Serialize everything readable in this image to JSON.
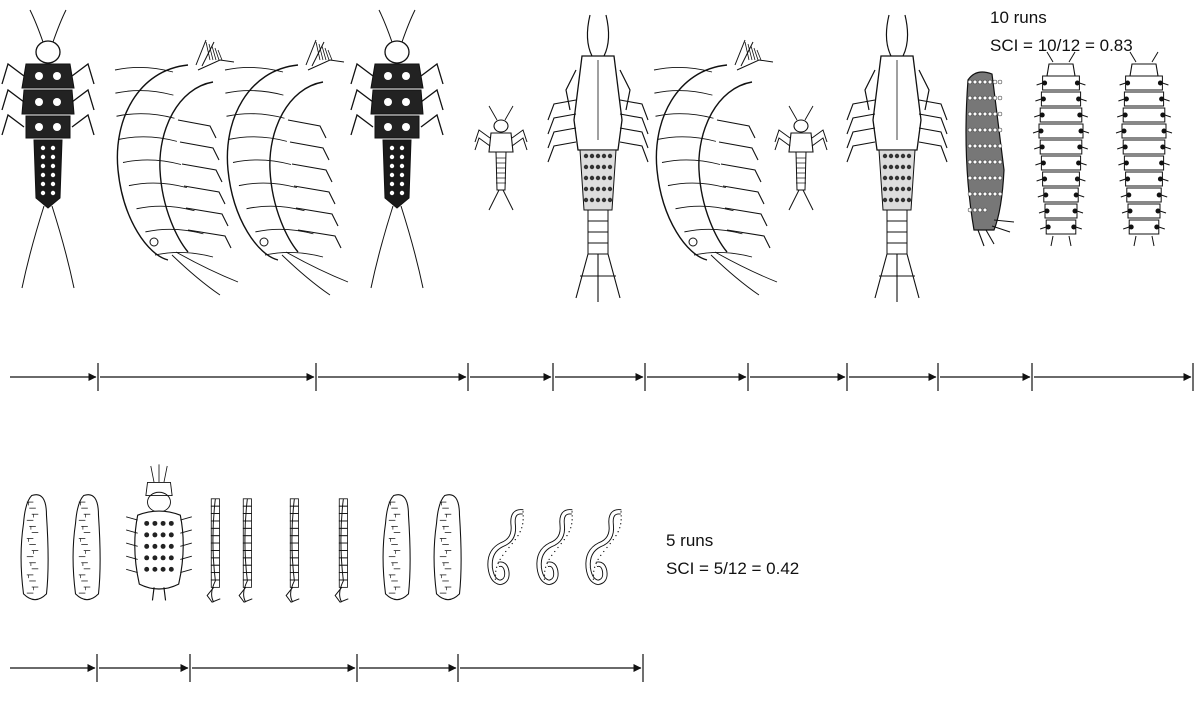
{
  "sequences": [
    {
      "runs_label": "10 runs",
      "sci_label": "SCI = 10/12 = 0.83",
      "organisms": [
        {
          "type": "stonefly-nymph"
        },
        {
          "type": "amphipod"
        },
        {
          "type": "amphipod"
        },
        {
          "type": "stonefly-nymph"
        },
        {
          "type": "mayfly-nymph-small"
        },
        {
          "type": "crayfish"
        },
        {
          "type": "amphipod"
        },
        {
          "type": "mayfly-nymph-small"
        },
        {
          "type": "crayfish"
        },
        {
          "type": "caddisfly-case"
        },
        {
          "type": "beetle-larva"
        },
        {
          "type": "beetle-larva"
        }
      ],
      "runs": [
        [
          0
        ],
        [
          1,
          2
        ],
        [
          3
        ],
        [
          4
        ],
        [
          5
        ],
        [
          6
        ],
        [
          7
        ],
        [
          8
        ],
        [
          9
        ],
        [
          10,
          11
        ]
      ]
    },
    {
      "runs_label": "5 runs",
      "sci_label": "SCI = 5/12 = 0.42",
      "organisms": [
        {
          "type": "leech"
        },
        {
          "type": "leech"
        },
        {
          "type": "water-beetle"
        },
        {
          "type": "midge-larva"
        },
        {
          "type": "midge-larva"
        },
        {
          "type": "midge-larva"
        },
        {
          "type": "midge-larva"
        },
        {
          "type": "leech"
        },
        {
          "type": "leech"
        },
        {
          "type": "tubifex-worm"
        },
        {
          "type": "tubifex-worm"
        },
        {
          "type": "tubifex-worm"
        }
      ],
      "runs": [
        [
          0,
          1
        ],
        [
          2
        ],
        [
          3,
          4,
          5,
          6
        ],
        [
          7,
          8
        ],
        [
          9,
          10,
          11
        ]
      ]
    }
  ]
}
